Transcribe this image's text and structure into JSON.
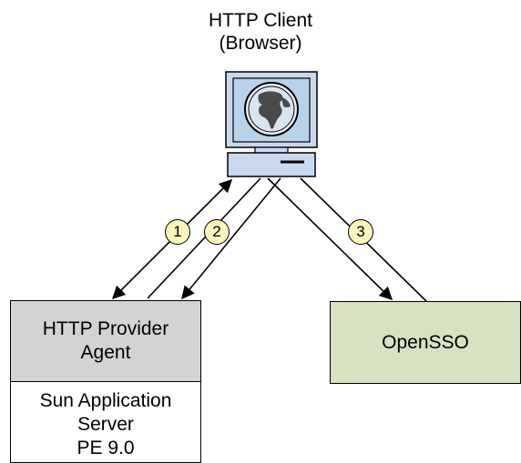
{
  "client": {
    "title_line1": "HTTP Client",
    "title_line2": "(Browser)",
    "icon": "desktop-computer-globe-icon"
  },
  "agent": {
    "line1": "HTTP Provider",
    "line2": "Agent"
  },
  "server": {
    "line1": "Sun Application",
    "line2": "Server",
    "line3": "PE 9.0"
  },
  "opensso": {
    "label": "OpenSSO"
  },
  "steps": [
    "1",
    "2",
    "3"
  ],
  "colors": {
    "agent_fill": "#d3d3d3",
    "opensso_fill": "#d6e2c2",
    "step_fill": "#fdf5c0",
    "screen_fill": "#b8d2ea",
    "monitor_fill": "#c9d9ee"
  }
}
